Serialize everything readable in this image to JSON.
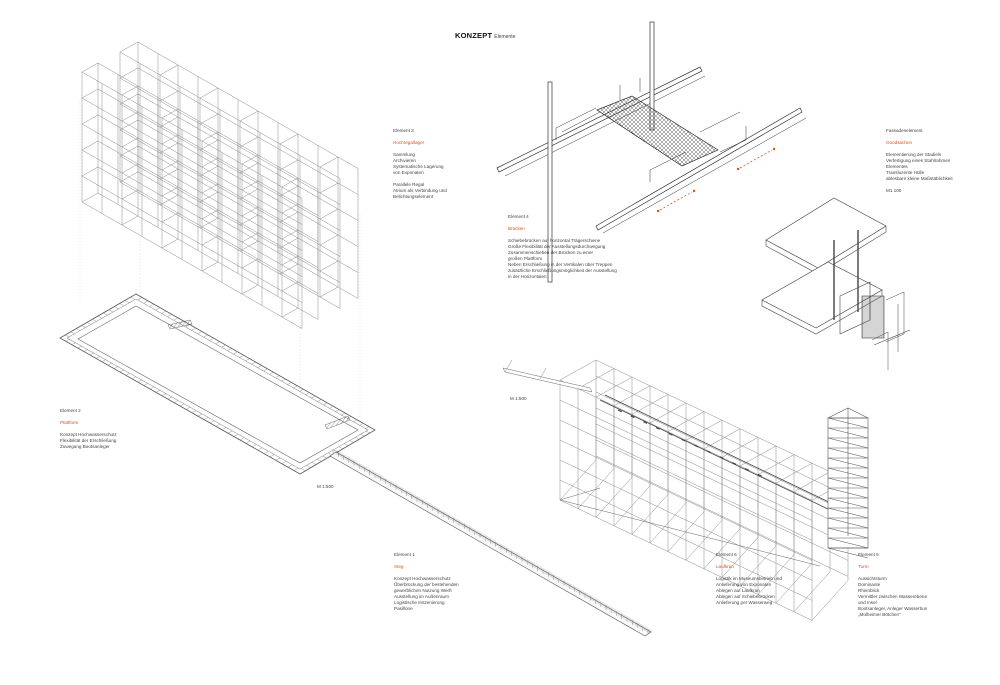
{
  "title": {
    "main": "KONZEPT",
    "sub": "Elemente"
  },
  "labels": {
    "element3": {
      "head": "Element 3",
      "name": "Hochregallager",
      "lines": [
        "Sammlung",
        "Archivieren",
        "Systematische Lagerung",
        "von Exponaten"
      ],
      "lines2": [
        "Parallele Regal",
        "Atrium als Verbindung und",
        "Belichtungselement"
      ]
    },
    "element4": {
      "head": "Element 4",
      "name": "Brücken",
      "lines": [
        "Schiebebrücken auf horizontal Trägerschiene",
        "Große Flexibilität der Ausstellungsdurchwegung",
        "Zusammenschieben der Brücken zu einer",
        "großen Plattform",
        "Neben Erschließung in der Vertikalen über Treppen",
        "zusätzliche Erschließungsmöglichkeit der Ausstellung",
        "in der Horizontalen"
      ]
    },
    "fassade": {
      "head": "Fassadenelement",
      "name": "Goodsachen",
      "lines": [
        "Elementierung der Stadiels",
        "Verfertigung eines Stahlrahmen",
        "Elementes",
        "Transluzente Hülle",
        "ablesbare kleine Maßstäblichkeit"
      ],
      "scale": "M1 100"
    },
    "element2": {
      "head": "Element 2",
      "name": "Plattform",
      "lines": [
        "Konzept Hochwasserschutz",
        "Flexibilität der Erschließung",
        "Zuwegung Bootsanleger"
      ]
    },
    "element1": {
      "head": "Element 1",
      "name": "Steg",
      "lines": [
        "Konzept Hochwasserschutz",
        "Überbrückung der bestehenden",
        "gewerblichen Nutzung Werft",
        "Ausstellung im Außenraum",
        "Logistische Inszenierung",
        "Pasillone"
      ]
    },
    "element6": {
      "head": "Element 6",
      "name": "Laufkran",
      "lines": [
        "Logistik im Museumsbetrieb und",
        "Anlieferung von Exponaten",
        "Ablegen auf Laufkran",
        "Ablegen auf Schiebebrücken",
        "Anlieferung per Wasserweg"
      ]
    },
    "element5": {
      "head": "Element 5",
      "name": "Turm",
      "lines": [
        "Aussichtsturm",
        "Dominante",
        "Rheinblick",
        "Vermittler zwischen Wasserebene",
        "und Insel",
        "Bootsanleger, Anleger Wasserbus",
        "„Mülheimer Bötchen“"
      ]
    },
    "scale_left": "M 1:500",
    "scale_right": "M 1:500"
  },
  "colors": {
    "accent": "#d9531e",
    "line": "#555555",
    "light": "#9a9a9a"
  }
}
